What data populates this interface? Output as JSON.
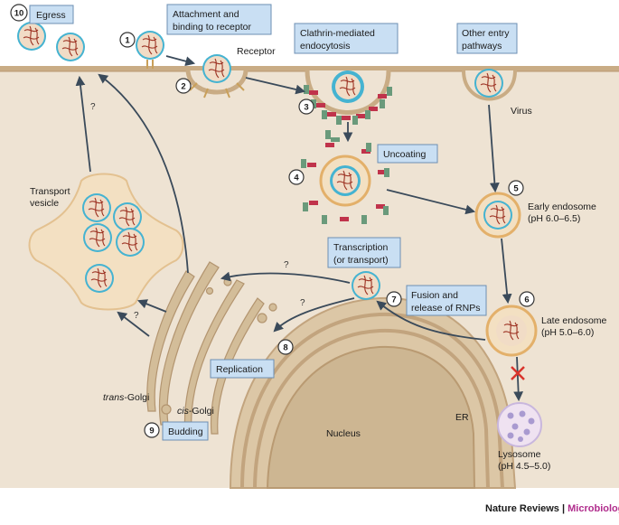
{
  "steps": [
    {
      "num": "10",
      "label": "Egress"
    },
    {
      "num": "1",
      "label_lines": [
        "Attachment and",
        "binding to receptor"
      ]
    },
    {
      "num": "2",
      "label": ""
    },
    {
      "num": "3",
      "label_lines": [
        "Clathrin-mediated",
        "endocytosis"
      ]
    },
    {
      "num": "4",
      "label": "Uncoating"
    },
    {
      "num": "5",
      "label": ""
    },
    {
      "num": "6",
      "label": ""
    },
    {
      "num": "7",
      "label_lines": [
        "Fusion and",
        "release of RNPs"
      ]
    },
    {
      "num": "8",
      "label": "Replication"
    },
    {
      "num": "9",
      "label": "Budding"
    }
  ],
  "boxes": {
    "other_entry": [
      "Other entry",
      "pathways"
    ],
    "transcription": [
      "Transcription",
      "(or transport)"
    ]
  },
  "labels": {
    "receptor": "Receptor",
    "virus": "Virus",
    "transport_vesicle": [
      "Transport",
      "vesicle"
    ],
    "early_endosome": [
      "Early endosome",
      "(pH 6.0–6.5)"
    ],
    "late_endosome": [
      "Late endosome",
      "(pH 5.0–6.0)"
    ],
    "lysosome": [
      "Lysosome",
      "(pH 4.5–5.0)"
    ],
    "trans_golgi_italic": "trans",
    "trans_golgi_rest": "-Golgi",
    "cis_golgi_italic": "cis",
    "cis_golgi_rest": "-Golgi",
    "nucleus": "Nucleus",
    "er": "ER",
    "question": "?"
  },
  "credit": {
    "journal": "Nature Reviews",
    "separator": " | ",
    "section": "Microbiology"
  },
  "colors": {
    "cytoplasm": "#eee3d3",
    "membrane": "#c9ac85",
    "box_fill": "#c9dff3",
    "box_stroke": "#6d8fb3",
    "virus_ring": "#45b3d1",
    "virus_core": "#f1dcc6",
    "rna": "#9c3122",
    "clathrin_red": "#c0334b",
    "clathrin_green": "#6a9a7b",
    "lysosome_dot": "#a99ad0",
    "credit_accent": "#b02c8c",
    "block_x": "#d9342b"
  }
}
